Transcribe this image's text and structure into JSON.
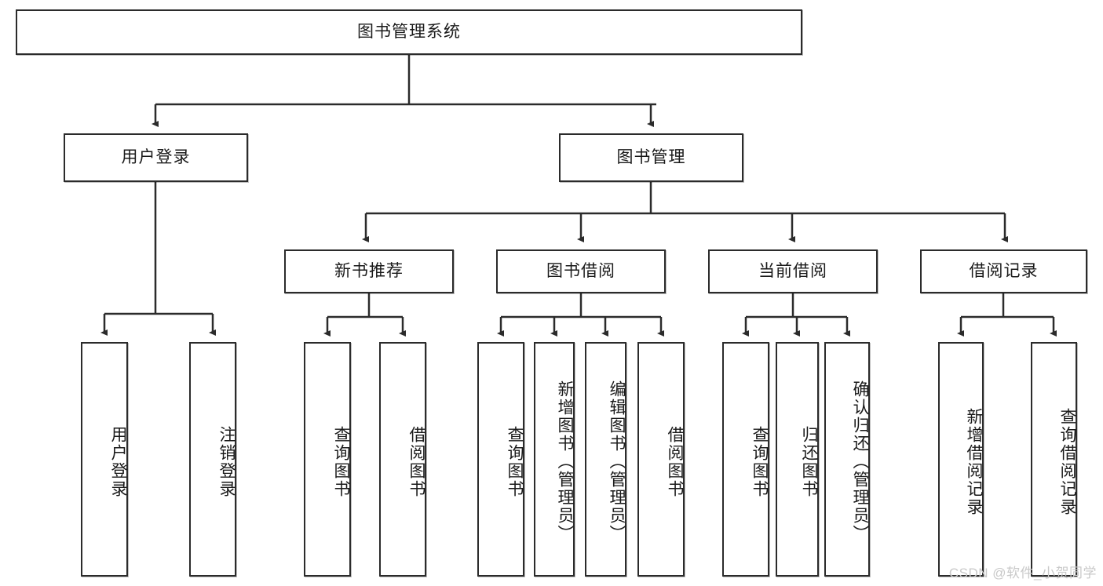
{
  "diagram": {
    "title": "图书管理系统",
    "type": "tree-hierarchy",
    "root": {
      "label": "图书管理系统"
    },
    "level2": [
      {
        "label": "用户登录"
      },
      {
        "label": "图书管理"
      }
    ],
    "level3": [
      {
        "label": "新书推荐"
      },
      {
        "label": "图书借阅"
      },
      {
        "label": "当前借阅"
      },
      {
        "label": "借阅记录"
      }
    ],
    "leaves": [
      {
        "label": "用户登录",
        "parent": "用户登录"
      },
      {
        "label": "注销登录",
        "parent": "用户登录"
      },
      {
        "label": "查询图书",
        "parent": "新书推荐"
      },
      {
        "label": "借阅图书",
        "parent": "新书推荐"
      },
      {
        "label": "查询图书",
        "parent": "图书借阅"
      },
      {
        "label": "新增图书（管理员）",
        "parent": "图书借阅"
      },
      {
        "label": "编辑图书（管理员）",
        "parent": "图书借阅"
      },
      {
        "label": "借阅图书",
        "parent": "图书借阅"
      },
      {
        "label": "查询图书",
        "parent": "当前借阅"
      },
      {
        "label": "归还图书",
        "parent": "当前借阅"
      },
      {
        "label": "确认归还（管理员）",
        "parent": "当前借阅"
      },
      {
        "label": "新增借阅记录",
        "parent": "借阅记录"
      },
      {
        "label": "查询借阅记录",
        "parent": "借阅记录"
      }
    ]
  },
  "watermark": {
    "text": "CSDN @软件_小贺同学"
  },
  "colors": {
    "stroke": "#2b2b2b",
    "background": "#ffffff",
    "text": "#1a1a1a",
    "watermark": "#c9c9c9"
  }
}
